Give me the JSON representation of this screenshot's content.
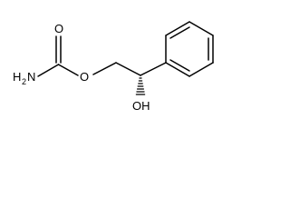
{
  "molecule": {
    "atoms": {
      "carbonyl_oxygen": "O",
      "ester_oxygen": "O",
      "amine": "H2N",
      "amine_element": "H",
      "amine_subscript": "2",
      "amine_tail": "N",
      "hydroxyl": "OH"
    },
    "colors": {
      "bond": "#000000",
      "label": "#000000",
      "background": "#ffffff"
    }
  }
}
